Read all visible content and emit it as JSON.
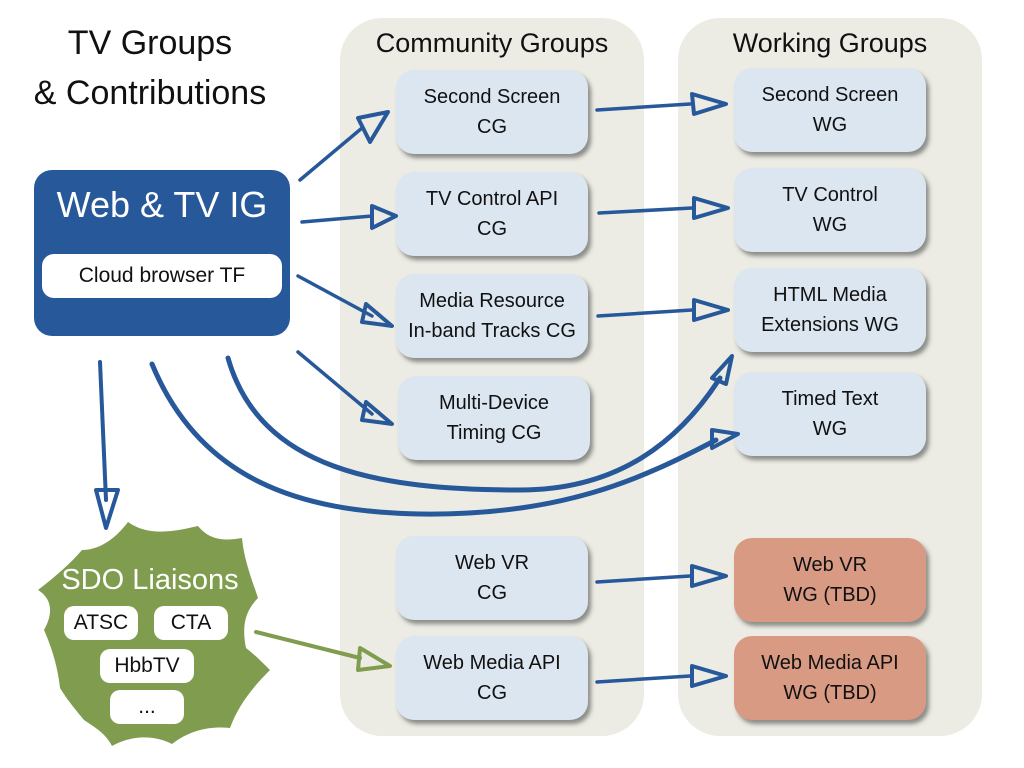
{
  "title": {
    "line1": "TV Groups",
    "line2": "& Contributions"
  },
  "interest_group": {
    "name": "Web & TV IG",
    "task_force": "Cloud browser TF",
    "color": "#27589a"
  },
  "sdo_liaisons": {
    "title": "SDO Liaisons",
    "color": "#7f9c4f",
    "members": [
      "ATSC",
      "CTA",
      "HbbTV",
      "..."
    ]
  },
  "community_groups": {
    "title": "Community Groups",
    "items": [
      {
        "line1": "Second Screen",
        "line2": "CG"
      },
      {
        "line1": "TV Control API",
        "line2": "CG"
      },
      {
        "line1": "Media Resource",
        "line2": "In-band Tracks CG"
      },
      {
        "line1": "Multi-Device",
        "line2": "Timing CG"
      },
      {
        "line1": "Web VR",
        "line2": "CG"
      },
      {
        "line1": "Web Media API",
        "line2": "CG"
      }
    ]
  },
  "working_groups": {
    "title": "Working Groups",
    "items": [
      {
        "line1": "Second Screen",
        "line2": "WG",
        "status": "existing"
      },
      {
        "line1": "TV Control",
        "line2": "WG",
        "status": "existing"
      },
      {
        "line1": "HTML Media",
        "line2": "Extensions WG",
        "status": "existing"
      },
      {
        "line1": "Timed Text",
        "line2": "WG",
        "status": "existing"
      },
      {
        "line1": "Web VR",
        "line2": "WG (TBD)",
        "status": "tbd"
      },
      {
        "line1": "Web Media API",
        "line2": "WG (TBD)",
        "status": "tbd"
      }
    ]
  },
  "connections": [
    {
      "from": "Web & TV IG",
      "to": "Second Screen CG"
    },
    {
      "from": "Web & TV IG",
      "to": "TV Control API CG"
    },
    {
      "from": "Web & TV IG",
      "to": "Media Resource In-band Tracks CG"
    },
    {
      "from": "Web & TV IG",
      "to": "Multi-Device Timing CG"
    },
    {
      "from": "Web & TV IG",
      "to": "HTML Media Extensions WG"
    },
    {
      "from": "Web & TV IG",
      "to": "Timed Text WG"
    },
    {
      "from": "Web & TV IG",
      "to": "SDO Liaisons"
    },
    {
      "from": "SDO Liaisons",
      "to": "Web Media API CG"
    },
    {
      "from": "Second Screen CG",
      "to": "Second Screen WG"
    },
    {
      "from": "TV Control API CG",
      "to": "TV Control WG"
    },
    {
      "from": "Media Resource In-band Tracks CG",
      "to": "HTML Media Extensions WG"
    },
    {
      "from": "Web VR CG",
      "to": "Web VR WG (TBD)"
    },
    {
      "from": "Web Media API CG",
      "to": "Web Media API WG (TBD)"
    }
  ],
  "colors": {
    "panel": "#ecece4",
    "box": "#dce6f0",
    "box_tbd": "#d99a84",
    "arrow_blue": "#27589a",
    "arrow_green": "#7f9c4f"
  }
}
